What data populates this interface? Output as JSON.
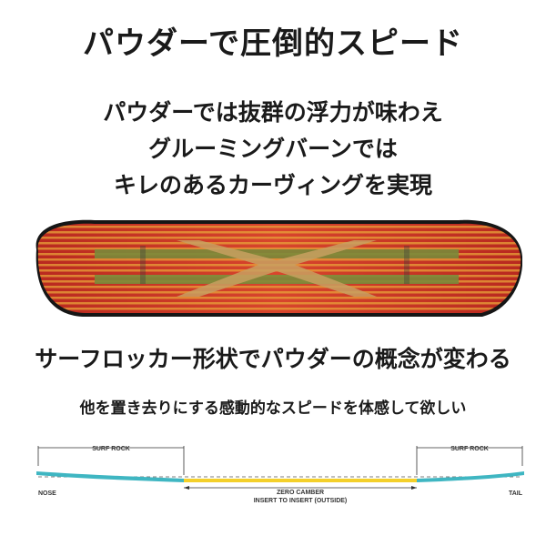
{
  "heading": "パウダーで圧倒的スピード",
  "description": [
    "パウダーでは抜群の浮力が味わえ",
    "グルーミングバーンでは",
    "キレのあるカーヴィングを実現"
  ],
  "subheading": "サーフロッカー形状でパウダーの概念が変わる",
  "tagline": "他を置き去りにする感動的なスピードを体感して欲しい",
  "diagram": {
    "surf_rock_left": "SURF ROCK",
    "surf_rock_right": "SURF ROCK",
    "zero_camber": "ZERO CAMBER",
    "insert_to_insert": "INSERT TO INSERT (OUTSIDE)",
    "nose": "NOSE",
    "tail": "TAIL"
  },
  "colors": {
    "board_red": "#c9342a",
    "board_orange": "#e8a23a",
    "board_green": "#7a8a3a",
    "rocker_teal": "#3fb6c2",
    "camber_yellow": "#f4d02a"
  }
}
